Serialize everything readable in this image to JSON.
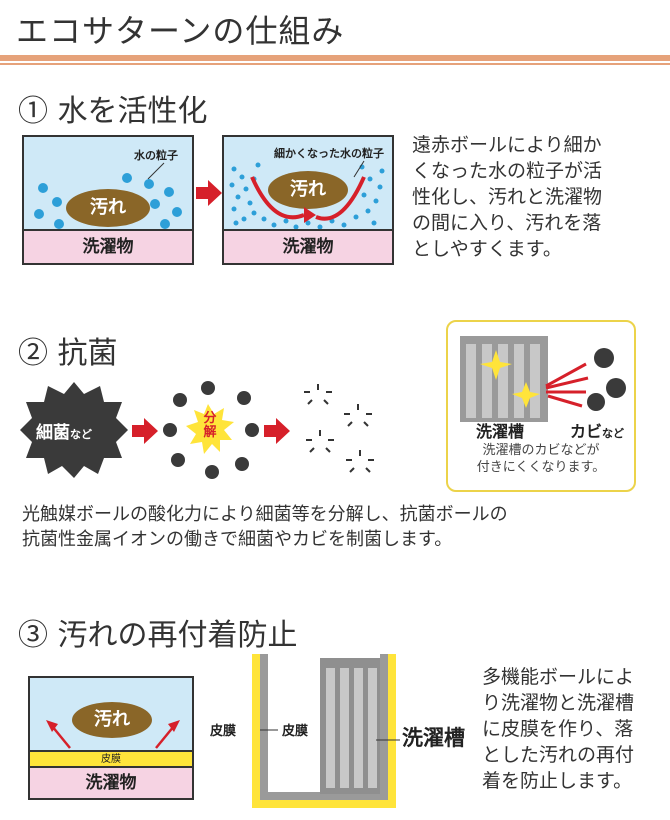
{
  "page": {
    "title": "エコサターンの仕組み"
  },
  "sec1": {
    "heading": "① 水を活性化",
    "panel1": {
      "label": "水の粒子",
      "dirt": "汚れ",
      "bottom": "洗濯物"
    },
    "panel2": {
      "label": "細かくなった水の粒子",
      "dirt": "汚れ",
      "bottom": "洗濯物"
    },
    "desc": [
      "遠赤ボールにより細か",
      "くなった水の粒子が活",
      "性化し、汚れと洗濯物",
      "の間に入り、汚れを落",
      "としやすくます。"
    ]
  },
  "sec2": {
    "heading": "② 抗菌",
    "bacteria_main": "細菌",
    "bacteria_suffix": "など",
    "decompose": "分解",
    "box": {
      "tub": "洗濯槽",
      "mold_main": "カビ",
      "mold_suffix": "など",
      "text": [
        "洗濯槽のカビなどが",
        "付きにくくなります。"
      ]
    },
    "desc": [
      "光触媒ボールの酸化力により細菌等を分解し、抗菌ボールの",
      "抗菌性金属イオンの働きで細菌やカビを制菌します。"
    ]
  },
  "sec3": {
    "heading": "③ 汚れの再付着防止",
    "panel": {
      "dirt": "汚れ",
      "film": "皮膜",
      "bottom": "洗濯物"
    },
    "film_left": "皮膜",
    "film_right": "皮膜",
    "tub": "洗濯槽",
    "desc": [
      "多機能ボールによ",
      "り洗濯物と洗濯槽",
      "に皮膜を作り、落",
      "とした汚れの再付",
      "着を防止します。"
    ]
  },
  "colors": {
    "rule": "#e6a27a",
    "water": "#cfe9f7",
    "laundry": "#f6d3e3",
    "dirt": "#8a6628",
    "drop": "#2d9fd8",
    "arrow": "#d6202a",
    "film": "#ffe43a",
    "box_border": "#ecd34a"
  }
}
